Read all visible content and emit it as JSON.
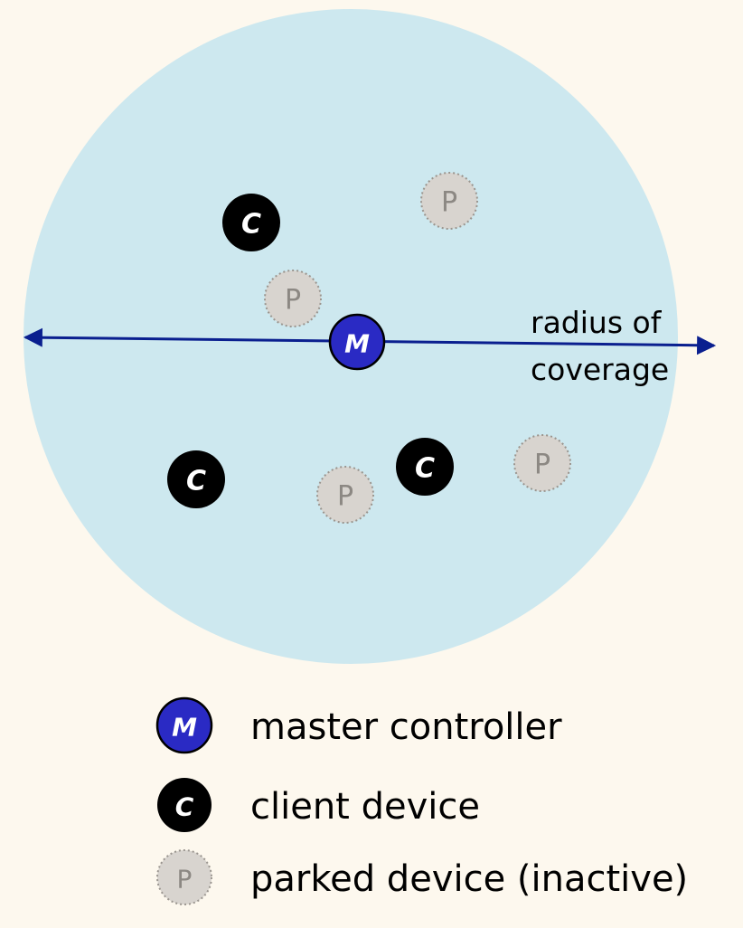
{
  "colors": {
    "background": "#fdf8ee",
    "coverage_area": "#cde8ef",
    "arrow": "#0a1f8f",
    "master_fill": "#2a2ac4",
    "client_fill": "#000000",
    "parked_fill": "#d8d4cf",
    "parked_text": "#8c8883"
  },
  "coverage": {
    "label_line1": "radius of",
    "label_line2": "coverage"
  },
  "nodes": {
    "master": "M",
    "client": "C",
    "parked": "P"
  },
  "legend": {
    "master_icon": "M",
    "master_label": "master controller",
    "client_icon": "C",
    "client_label": "client device",
    "parked_icon": "P",
    "parked_label": "parked device (inactive)"
  }
}
